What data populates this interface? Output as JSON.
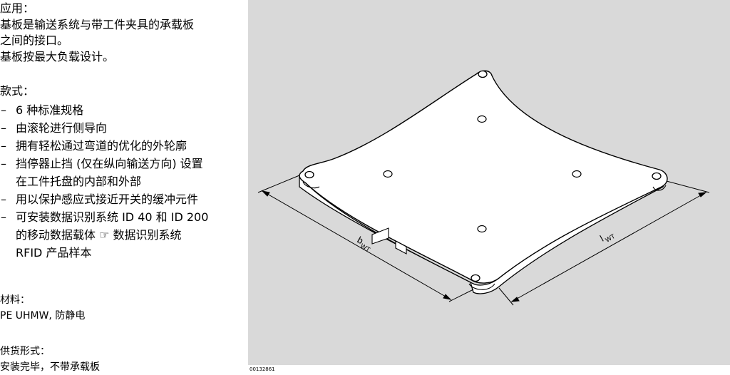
{
  "application": {
    "heading": "应用：",
    "lines": [
      "基板是输送系统与带工件夹具的承载板",
      "之间的接口。",
      "基板按最大负载设计。"
    ]
  },
  "versions": {
    "heading": "款式：",
    "items": [
      [
        "6 种标准规格"
      ],
      [
        "由滚轮进行侧导向"
      ],
      [
        "拥有轻松通过弯道的优化的外轮廓"
      ],
      [
        "挡停器止挡 (仅在纵向输送方向) 设置",
        "在工件托盘的内部和外部"
      ],
      [
        "用以保护感应式接近开关的缓冲元件"
      ],
      [
        "可安装数据识别系统 ID 40 和 ID 200",
        "的移动数据载体  ☞  数据识别系统",
        "RFID 产品样本"
      ]
    ],
    "dash": "–"
  },
  "material": {
    "heading": "材料：",
    "value": "PE UHMW, 防静电"
  },
  "delivery": {
    "heading": "供货形式：",
    "value": "安装完毕，不带承载板"
  },
  "figure": {
    "id": "00132861",
    "dim_b": "b",
    "dim_b_sub": "WT",
    "dim_l": "l",
    "dim_l_sub": "WT"
  }
}
